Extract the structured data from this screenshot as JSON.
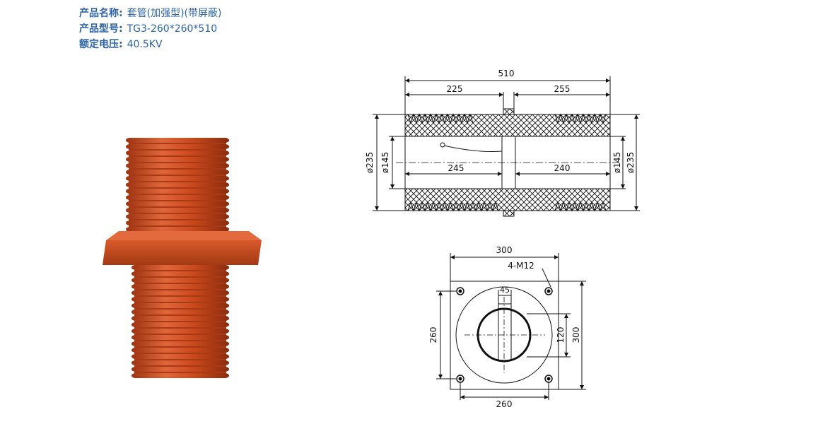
{
  "product": {
    "name_label": "产品名称:",
    "name_value": "套管(加强型)(带屏蔽)",
    "model_label": "产品型号:",
    "model_value": "TG3-260*260*510",
    "voltage_label": "额定电压:",
    "voltage_value": "40.5KV"
  },
  "side_view": {
    "total_length": "510",
    "left_part": "225",
    "right_part": "255",
    "outer_diameter": "ø235",
    "inner_diameter": "ø145",
    "inner_left": "245",
    "inner_right": "240"
  },
  "front_view": {
    "top_width": "300",
    "holes": "4-M12",
    "angle": "45",
    "left_height": "260",
    "right_height": "300",
    "inner_height": "120",
    "bottom_width": "260"
  },
  "colors": {
    "label_blue": "#2b63a6",
    "insulator_orange": "#c8481c"
  }
}
